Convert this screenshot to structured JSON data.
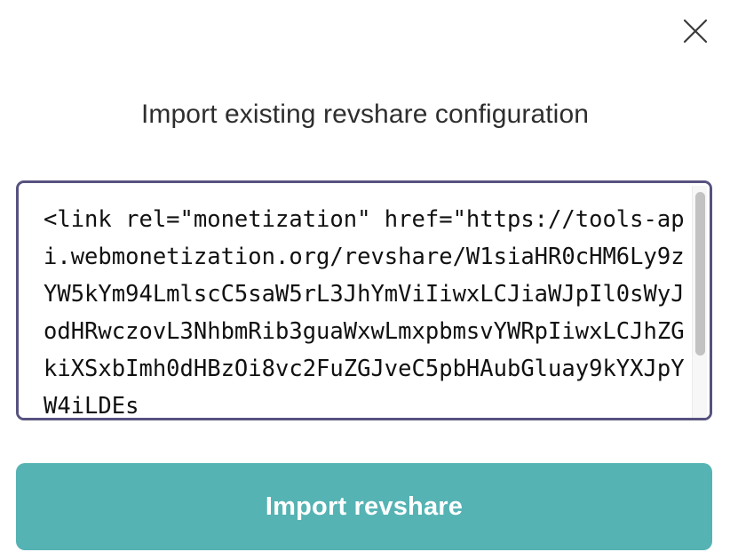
{
  "modal": {
    "title": "Import existing revshare configuration",
    "close_icon": "close-icon",
    "close_label": "Close"
  },
  "config_input": {
    "value": "<link rel=\"monetization\" href=\"https://tools-api.webmonetization.org/revshare/W1siaHR0cHM6Ly9zYW5kYm94LmlscC5saW5rL3JhYmViIiwxLCJiaWJpIl0sWyJodHRwczovL3NhbmRib3guaWxwLmxpbmsvYWRpIiwxLCJhZGkiXSxbImh0dHBzOi8vc2FuZGJveC5pbHAubGluay9kYXJpYW4iLDEs",
    "placeholder": "",
    "lines": [
      "<link rel=\"monetization\" href=\"https://",
      "tools-api.webmonetization.org/revshare/",
      "W1siaHR0cHM6Ly9zYW5kYm94LmlscC5saW5rL3JhY",
      "mViIiwxLCJiaWJpIl0sWyJodHRwczovL3NhbmRib3",
      "guaWxwLmxpbmsvYWRpIiwxLCJhZGkiXSxbImh0dHB",
      "zOi8vc2FuZGJveC5pbHAubGluay9kYXJpYW4iLDEs"
    ]
  },
  "actions": {
    "import_label": "Import revshare"
  },
  "colors": {
    "accent": "#56b3b4",
    "focus_border": "#56527f",
    "title_text": "#2e2e2e",
    "scrollbar_thumb": "#c2c2c2",
    "scrollbar_track": "#f7f7f7",
    "background": "#ffffff"
  }
}
